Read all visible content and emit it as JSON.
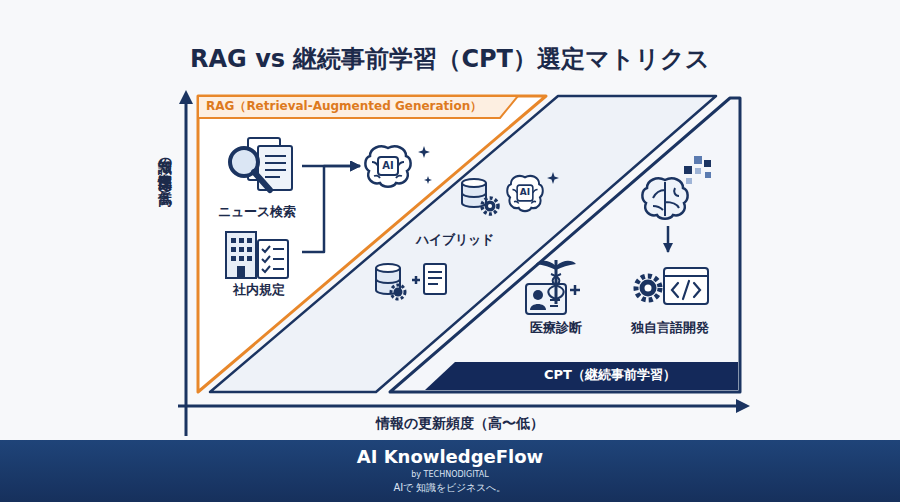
{
  "diagram": {
    "title": "RAG vs 継続事前学習（CPT）選定マトリクス",
    "nodes": [
      {
        "text": [
          "RAG（Retrieval-Augmented Generation）"
        ]
      },
      {
        "text": [
          "ニュース検索"
        ],
        "in": 0
      },
      {
        "text": [
          "社内規定"
        ],
        "in": 0
      },
      {
        "text": [
          "AI"
        ],
        "in": 0
      },
      {
        "text": [
          "ハイブリッド"
        ]
      },
      {
        "text": [
          "AI"
        ],
        "in": 4
      },
      {
        "text": [
          "CPT（継続事前学習）"
        ]
      },
      {
        "text": [
          "医療診断"
        ],
        "in": 6
      },
      {
        "text": [
          "独自言語開発"
        ],
        "in": 6
      },
      {
        "text": [
          "AI KnowledgeFlow",
          "by TECHNODIGITAL",
          "AIで 知識をビジネスへ。"
        ]
      }
    ],
    "edges": [
      {
        "from": 1,
        "to": 3,
        "arrow": "to"
      },
      {
        "from": 2,
        "to": 3,
        "arrow": "to"
      }
    ],
    "labels": [
      "知識の専門性・深さ（低〜高）",
      "情報の更新頻度（高〜低）"
    ]
  }
}
